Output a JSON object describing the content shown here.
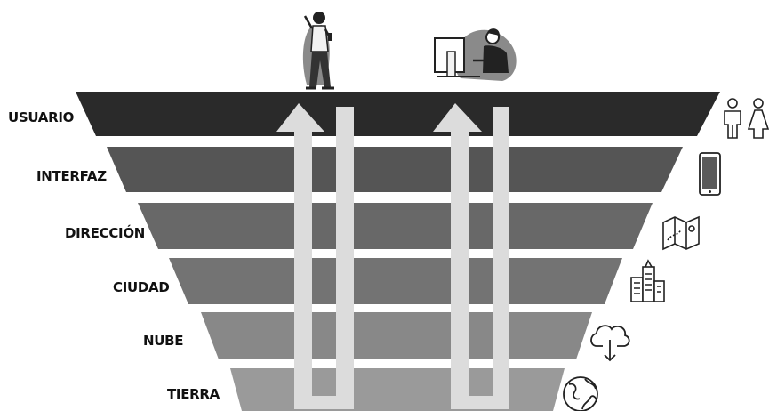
{
  "layers": [
    {
      "label": "USUARIO",
      "color": "#2a2a2a",
      "icon": "people-icon"
    },
    {
      "label": "INTERFAZ",
      "color": "#555555",
      "icon": "smartphone-icon"
    },
    {
      "label": "DIRECCIÓN",
      "color": "#686868",
      "icon": "map-icon"
    },
    {
      "label": "CIUDAD",
      "color": "#737373",
      "icon": "city-buildings-icon"
    },
    {
      "label": "NUBE",
      "color": "#888888",
      "icon": "cloud-download-icon"
    },
    {
      "label": "TIERRA",
      "color": "#9a9a9a",
      "icon": "globe-icon"
    }
  ],
  "arrow_color": "#dcdcdc",
  "figures": [
    "person-with-phone-illustration",
    "person-at-computer-illustration"
  ]
}
